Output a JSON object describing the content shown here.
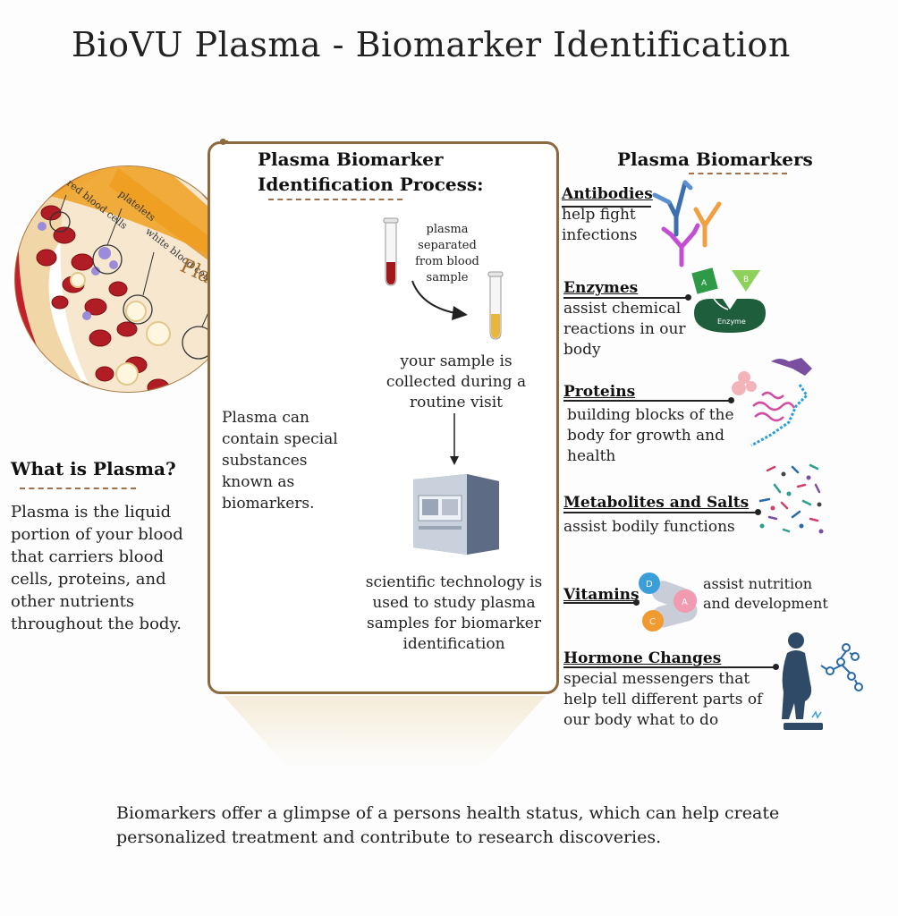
{
  "title": "BioVU Plasma - Biomarker Identification",
  "magnifier": {
    "labels": {
      "red_blood_cells": "red blood cells",
      "platelets": "platelets",
      "white_blood_cells": "white blood cells",
      "plasma": "Plasma"
    }
  },
  "plasma_note": "Plasma can contain special substances known as biomarkers.",
  "what_is_plasma": {
    "heading": "What is Plasma?",
    "text": "Plasma is the liquid portion of your blood that carriers blood cells, proteins, and other nutrients throughout the body."
  },
  "process": {
    "heading": "Plasma Biomarker Identification Process:",
    "steps": [
      "plasma separated from blood sample",
      "your sample is collected during a routine visit",
      "scientific technology is used to study plasma samples for biomarker identification"
    ]
  },
  "biomarkers": {
    "heading": "Plasma Biomarkers",
    "items": [
      {
        "name": "Antibodies",
        "desc": "help fight infections"
      },
      {
        "name": "Enzymes",
        "desc": "assist chemical reactions in our body"
      },
      {
        "name": "Proteins",
        "desc": "building blocks of the body for growth and health"
      },
      {
        "name": "Metabolites and Salts",
        "desc": "assist bodily functions"
      },
      {
        "name": "Vitamins",
        "desc": "assist nutrition and development"
      },
      {
        "name": "Hormone Changes",
        "desc": "special messengers that help tell different parts of our body what to do"
      }
    ],
    "icon_labels": {
      "enzyme": "Enzyme",
      "substrate_a": "A",
      "substrate_b": "B",
      "vitamin_d": "D",
      "vitamin_a": "A",
      "vitamin_c": "C"
    }
  },
  "footer": "Biomarkers offer a glimpse of a persons health status, which can help create personalized treatment and contribute to research discoveries.",
  "colors": {
    "accent": "#8c6a3e",
    "plasma": "#e8b63a",
    "blood": "#b01d25"
  }
}
